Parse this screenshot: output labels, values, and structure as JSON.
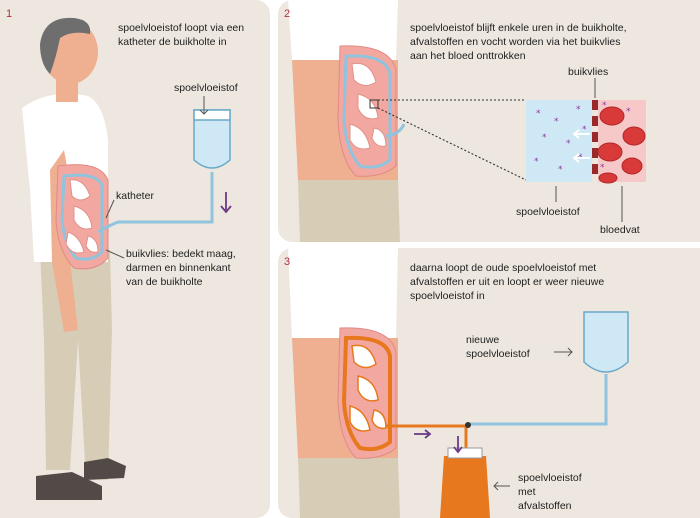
{
  "colors": {
    "panel_bg": "#ede7df",
    "skin": "#eeb090",
    "hair": "#6e6e6e",
    "shirt": "#ffffff",
    "trousers": "#d7cdb7",
    "shoes": "#514a46",
    "abdomen": "#f2a8a0",
    "organs": "#ffffff",
    "fluid_clean": "#cfe8f6",
    "fluid_clean_edge": "#6aa8c8",
    "fluid_waste": "#e8781e",
    "arrow": "#6b3a86",
    "label_line": "#555555",
    "red_cells": "#d83a3a",
    "blood_bg": "#f6c8c8",
    "number": "#b0323d"
  },
  "panel1": {
    "number": "1",
    "caption_line1": "spoelvloeistof loopt via een",
    "caption_line2": "katheter de buikholte in",
    "bag_label": "spoelvloeistof",
    "catheter_label": "katheter",
    "buikvlies_label_line1": "buikvlies: bedekt maag,",
    "buikvlies_label_line2": "darmen en binnenkant",
    "buikvlies_label_line3": "van de buikholte"
  },
  "panel2": {
    "number": "2",
    "caption_line1": "spoelvloeistof blijft enkele uren in de buikholte,",
    "caption_line2": "afvalstoffen en vocht worden via het buikvlies",
    "caption_line3": "aan het bloed onttrokken",
    "buikvlies_label": "buikvlies",
    "spoel_label": "spoelvloeistof",
    "bloedvat_label": "bloedvat"
  },
  "panel3": {
    "number": "3",
    "caption_line1": "daarna loopt de oude spoelvloeistof met",
    "caption_line2": "afvalstoffen er uit en loopt er weer nieuwe",
    "caption_line3": "spoelvloeistof in",
    "new_label_line1": "nieuwe",
    "new_label_line2": "spoelvloeistof",
    "waste_label_line1": "spoelvloeistof",
    "waste_label_line2": "met",
    "waste_label_line3": "afvalstoffen"
  }
}
